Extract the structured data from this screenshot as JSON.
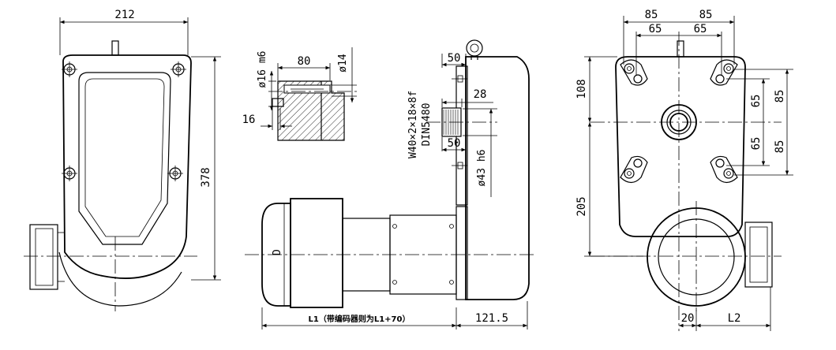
{
  "drawing": {
    "left_view": {
      "width": "212",
      "height": "378"
    },
    "shaft_detail": {
      "dia_shaft": "ø16 m6",
      "length": "80",
      "dia_small": "ø14",
      "offset": "16"
    },
    "side_view": {
      "top_dim": "50",
      "spline": "W40×2×18×8f",
      "spline_std": "DIN5480",
      "spline_len": "28",
      "lower_dim": "50",
      "shaft_dia": "ø43 h6",
      "motor_mark": "D",
      "length_label": "L1（带编码器则为L1+70）",
      "offset_dim": "121.5"
    },
    "right_view": {
      "top_left_outer": "85",
      "top_right_outer": "85",
      "top_left_inner": "65",
      "top_right_inner": "65",
      "right_outer_top": "85",
      "right_inner_top": "65",
      "right_inner_bottom": "65",
      "right_outer_bottom": "85",
      "left_top": "108",
      "left_bottom": "205",
      "bottom_small": "20",
      "bottom_label": "L2"
    }
  }
}
